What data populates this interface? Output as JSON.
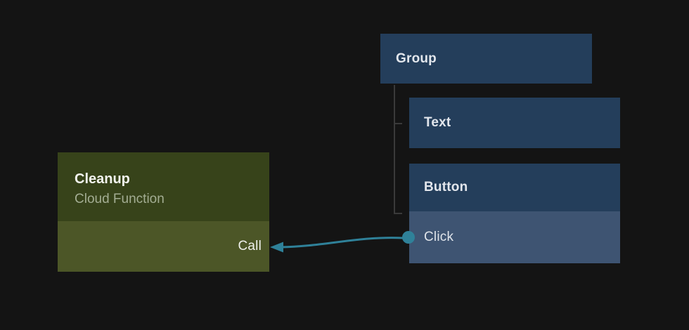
{
  "canvas": {
    "background": "#141414"
  },
  "palette": {
    "node_blue_header": "#243e5b",
    "node_blue_port_row": "#3e5472",
    "node_olive_header": "#37431a",
    "node_olive_port_row": "#4c5627",
    "edge_teal": "#2f8199",
    "tree_line_gray": "#3a3a3a",
    "label_white": "#e2e6ec",
    "subtitle_sage": "#a3ad93"
  },
  "nodes": {
    "cleanup": {
      "title": "Cleanup",
      "subtitle": "Cloud Function",
      "input_port_label": "Call"
    },
    "group": {
      "label": "Group"
    },
    "text": {
      "label": "Text"
    },
    "button": {
      "label": "Button",
      "output_port_label": "Click"
    }
  },
  "tree": {
    "root": "Group",
    "children": [
      "Text",
      "Button"
    ],
    "line_color": "#3a3a3a"
  },
  "edge": {
    "from_port": "Click",
    "to_port": "Call",
    "color": "#2f8199"
  }
}
